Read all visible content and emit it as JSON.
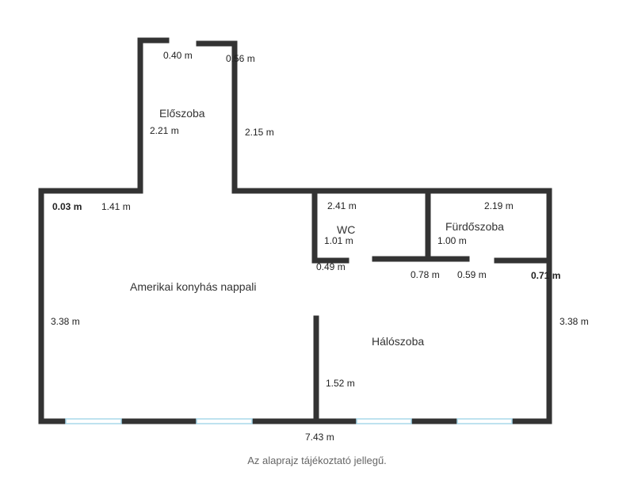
{
  "rooms": {
    "hallway": "Előszoba",
    "living": "Amerikai konyhás nappali",
    "wc": "WC",
    "bathroom": "Fürdőszoba",
    "bedroom": "Hálószoba"
  },
  "dimensions": {
    "entry_gap_left": "0.40 m",
    "entry_right": "0.56 m",
    "hallway_left_height": "2.21 m",
    "hallway_right_height": "2.15 m",
    "corner_left": "0.03 m",
    "living_top_left": "1.41 m",
    "wc_top": "2.41 m",
    "bathroom_top": "2.19 m",
    "wc_height": "1.01 m",
    "bathroom_height": "1.00 m",
    "wc_door": "0.49 m",
    "bath_wall": "0.78 m",
    "bath_door": "0.59 m",
    "right_stub": "0.71 m",
    "left_height": "3.38 m",
    "right_height": "3.38 m",
    "partition_height": "1.52 m",
    "bottom_width": "7.43 m"
  },
  "colors": {
    "wall": "#333333",
    "window": "#a8d8ea"
  },
  "disclaimer": "Az alaprajz tájékoztató jellegű."
}
